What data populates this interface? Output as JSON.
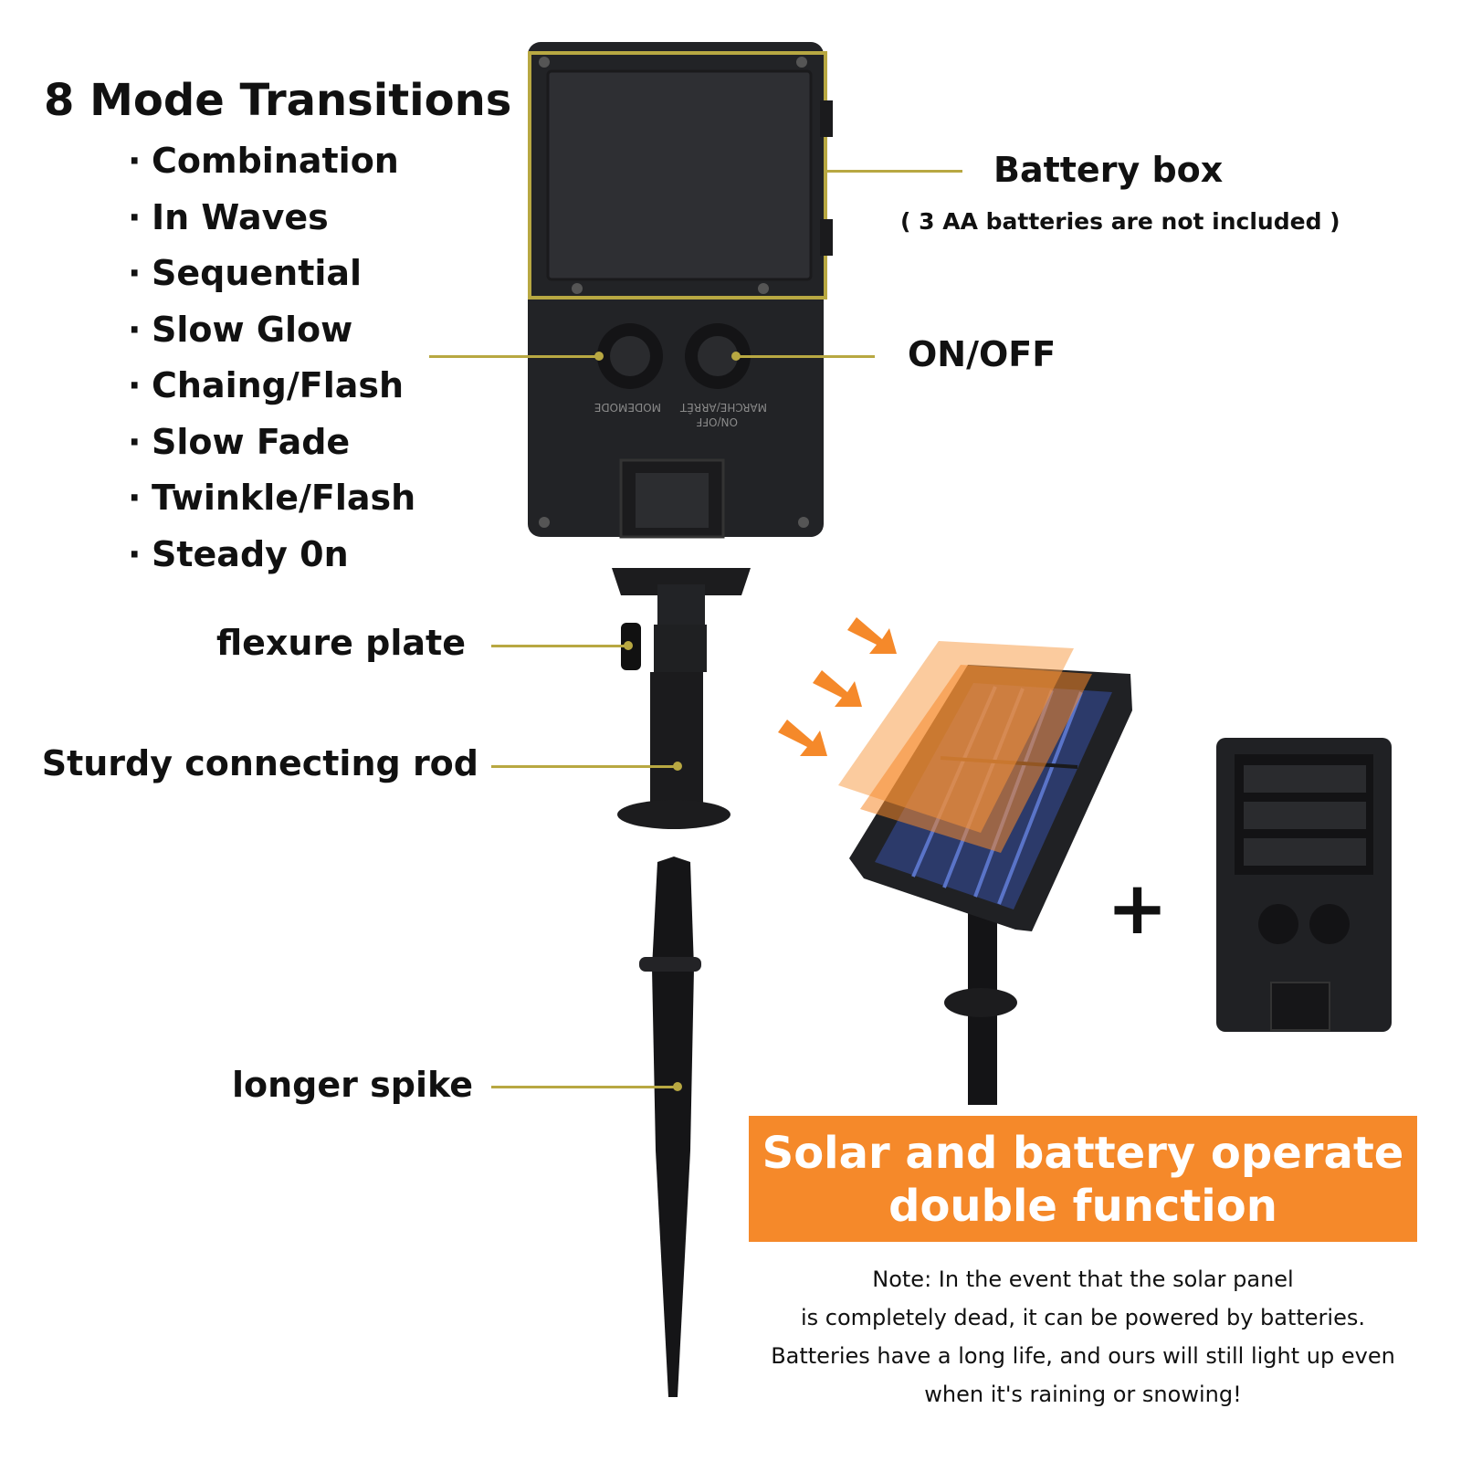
{
  "heading": "8 Mode Transitions",
  "modes": [
    "Combination",
    "In Waves",
    "Sequential",
    "Slow Glow",
    "Chaing/Flash",
    "Slow Fade",
    "Twinkle/Flash",
    "Steady 0n"
  ],
  "callouts": {
    "battery_box": "Battery box",
    "battery_note": "( 3 AA batteries are not included )",
    "on_off": "ON/OFF",
    "flexure_plate": "flexure plate",
    "connecting_rod": "Sturdy connecting rod",
    "longer_spike": "longer spike"
  },
  "device_printed": {
    "mode": "MODEMODE",
    "marche": "MARCHE/ARRÊT",
    "onoff": "ON/OFF"
  },
  "plus_sign": "+",
  "banner": {
    "line1": "Solar and battery operate",
    "line2": "double function"
  },
  "note": {
    "line1": "Note: In the event that the solar panel",
    "line2": "is completely dead, it can be powered by batteries.",
    "line3": "Batteries have a long life, and ours will still light up even",
    "line4": "when it's raining or snowing!"
  },
  "colors": {
    "leader": "#b8a842",
    "banner": "#f5892a",
    "device": "#26272a"
  }
}
